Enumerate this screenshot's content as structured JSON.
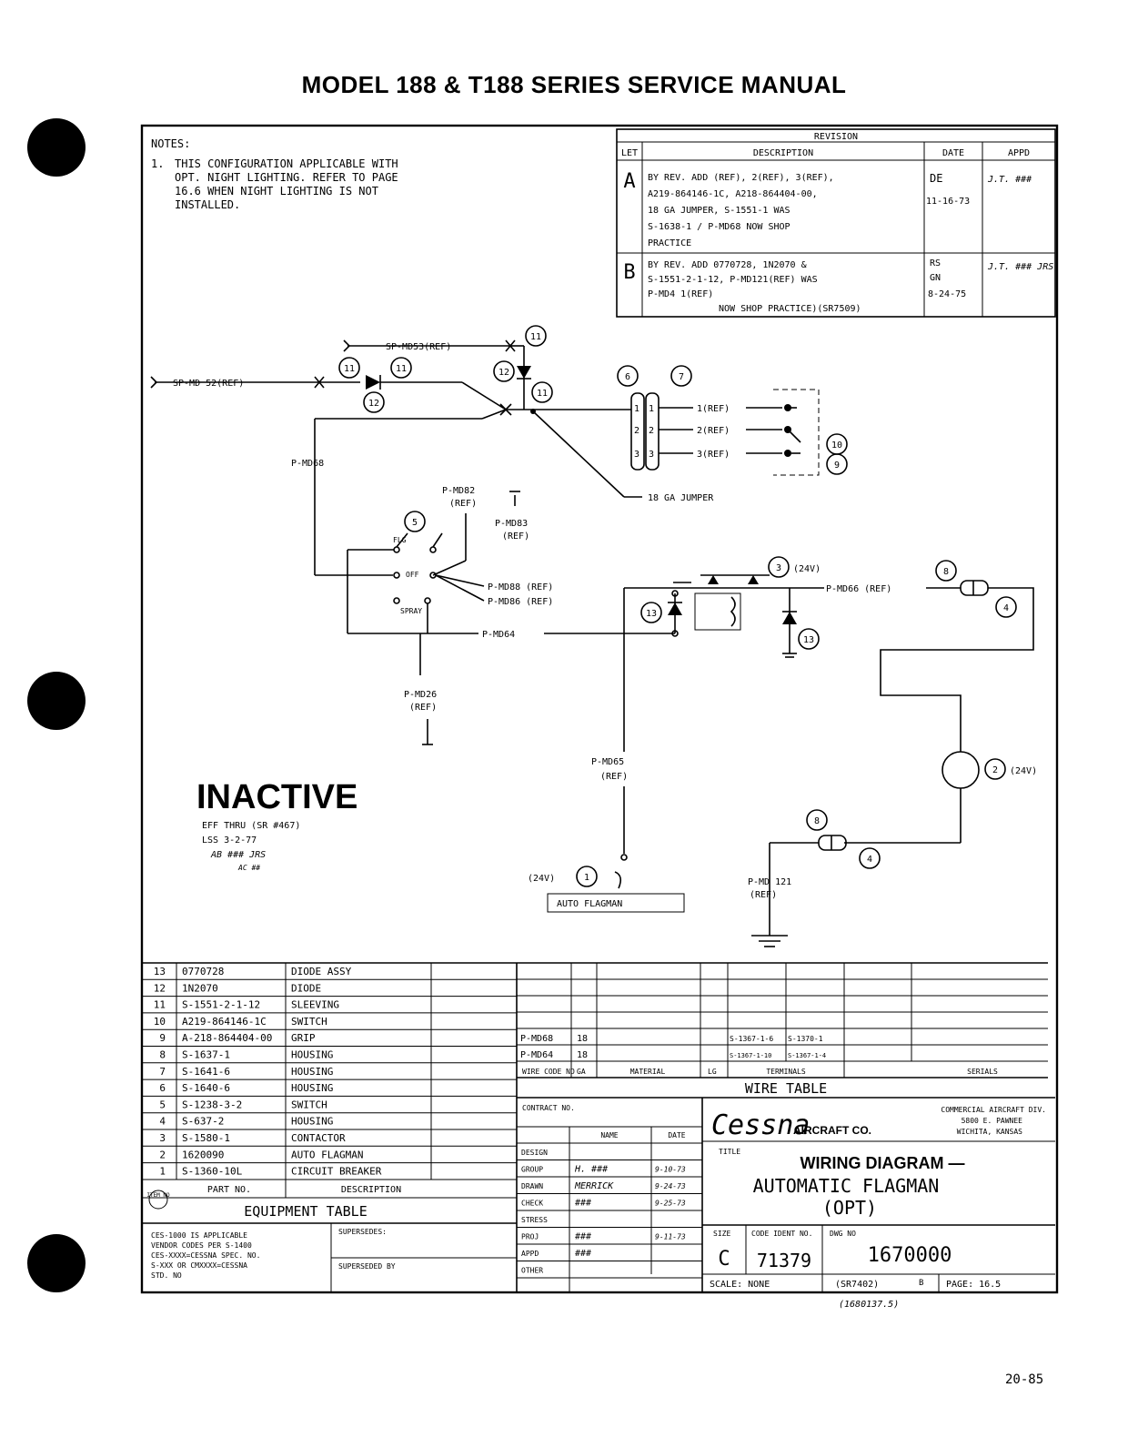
{
  "header": {
    "title": "MODEL 188 & T188 SERIES SERVICE MANUAL"
  },
  "footer": {
    "page_number": "20-85"
  },
  "notes": {
    "heading": "NOTES:",
    "item_number": "1.",
    "lines": [
      "THIS CONFIGURATION APPLICABLE WITH",
      "OPT. NIGHT LIGHTING. REFER TO PAGE",
      "16.6 WHEN NIGHT LIGHTING IS NOT",
      "INSTALLED."
    ]
  },
  "revision": {
    "title": "REVISION",
    "headers": {
      "ltr": "LET",
      "description": "DESCRIPTION",
      "date": "DATE",
      "appd": "APPD"
    },
    "rows": [
      {
        "ltr": "A",
        "lines": [
          "BY REV. ADD (REF), 2(REF), 3(REF),",
          "A219-864146-1C, A218-864404-00,",
          "18 GA JUMPER, S-1551-1 WAS",
          "S-1638-1 / P-MD68 NOW SHOP",
          "PRACTICE"
        ],
        "initials": "DE",
        "date": "11-16-73",
        "appd": "J.T. ###"
      },
      {
        "ltr": "B",
        "lines": [
          "BY REV. ADD 0770728, 1N2070 &",
          "S-1551-2-1-12, P-MD121(REF) WAS",
          "P-MD4 1(REF)",
          "NOW SHOP PRACTICE)(SR7509)"
        ],
        "initials": "RS",
        "date_name": "GN",
        "date": "8-24-75",
        "appd": "J.T. ### JRS"
      }
    ]
  },
  "diagram": {
    "labels": {
      "sp_md53": "SP-MD53(REF)",
      "sp_md52": "SP-MD 52(REF)",
      "p_md68": "P-MD68",
      "pin_ref_1": "1(REF)",
      "pin_ref_2": "2(REF)",
      "pin_ref_3": "3(REF)",
      "jumper": "18 GA JUMPER",
      "p_md82": "P-MD82",
      "p_md82_ref": "(REF)",
      "p_md83": "P-MD83",
      "p_md83_ref": "(REF)",
      "switch_flg": "FLG",
      "switch_off": "OFF",
      "switch_spray": "SPRAY",
      "p_md88": "P-MD88 (REF)",
      "p_md86": "P-MD86 (REF)",
      "p_md64": "P-MD64",
      "p_md26": "P-MD26",
      "p_md26_ref": "(REF)",
      "p_md65": "P-MD65",
      "p_md65_ref": "(REF)",
      "contactor_volt": "(24V)",
      "p_md66": "P-MD66 (REF)",
      "breaker_volt": "(24V)",
      "auto_volt": "(24V)",
      "auto_flagman": "AUTO FLAGMAN",
      "p_md121": "P-MD 121",
      "p_md121_ref": "(REF)",
      "connector_pins": [
        "1",
        "2",
        "3"
      ]
    },
    "item_refs": [
      "1",
      "2",
      "3",
      "4",
      "5",
      "6",
      "7",
      "8",
      "9",
      "10",
      "11",
      "12",
      "13"
    ]
  },
  "inactive": {
    "title": "INACTIVE",
    "line1": "EFF THRU (SR #467)",
    "line2": "LSS 3-2-77",
    "signature": "AB ### JRS",
    "initials": "AC ##"
  },
  "equipment_table": {
    "title": "EQUIPMENT TABLE",
    "headers": {
      "item": "ITEM NO",
      "part": "PART NO.",
      "description": "DESCRIPTION"
    },
    "rows": [
      {
        "item": "13",
        "part": "0770728",
        "description": "DIODE ASSY"
      },
      {
        "item": "12",
        "part": "1N2070",
        "description": "DIODE"
      },
      {
        "item": "11",
        "part": "S-1551-2-1-12",
        "description": "SLEEVING"
      },
      {
        "item": "10",
        "part": "A219-864146-1C",
        "description": "SWITCH"
      },
      {
        "item": "9",
        "part": "A-218-864404-00",
        "description": "GRIP"
      },
      {
        "item": "8",
        "part": "S-1637-1",
        "description": "HOUSING"
      },
      {
        "item": "7",
        "part": "S-1641-6",
        "description": "HOUSING"
      },
      {
        "item": "6",
        "part": "S-1640-6",
        "description": "HOUSING"
      },
      {
        "item": "5",
        "part": "S-1238-3-2",
        "description": "SWITCH"
      },
      {
        "item": "4",
        "part": "S-637-2",
        "description": "HOUSING"
      },
      {
        "item": "3",
        "part": "S-1580-1",
        "description": "CONTACTOR"
      },
      {
        "item": "2",
        "part": "1620090",
        "description": "AUTO FLAGMAN"
      },
      {
        "item": "1",
        "part": "S-1360-10L",
        "description": "CIRCUIT BREAKER"
      }
    ]
  },
  "wire_table": {
    "title": "WIRE TABLE",
    "headers": {
      "wire": "WIRE CODE NO",
      "ga": "GA",
      "material": "MATERIAL",
      "lg": "LG",
      "terminals": "TERMINALS",
      "serials": "SERIALS"
    },
    "rows": [
      {
        "wire": "P-MD68",
        "ga": "18",
        "t1": "S-1367-1-6",
        "t2": "S-1370-1"
      },
      {
        "wire": "P-MD64",
        "ga": "18",
        "t1": "S-1367-1-10",
        "t2": "S-1367-1-4"
      }
    ]
  },
  "vendor_note": [
    "CES-1000 IS APPLICABLE",
    "VENDOR CODES PER S-1400",
    "CES-XXXX=CESSNA SPEC. NO.",
    "S-XXX OR CMXXXX=CESSNA",
    "STD. NO"
  ],
  "supersedes": {
    "supersedes": "SUPERSEDES:",
    "superseded_by": "SUPERSEDED BY"
  },
  "approvals": {
    "contract": "CONTRACT NO.",
    "name_header": "NAME",
    "date_header": "DATE",
    "rows": [
      {
        "role": "DESIGN",
        "name": "",
        "date": ""
      },
      {
        "role": "GROUP",
        "name": "H. ###",
        "date": "9-10-73"
      },
      {
        "role": "DRAWN",
        "name": "MERRICK",
        "date": "9-24-73"
      },
      {
        "role": "CHECK",
        "name": "###",
        "date": "9-25-73"
      },
      {
        "role": "STRESS",
        "name": "",
        "date": ""
      },
      {
        "role": "PROJ",
        "name": "###",
        "date": "9-11-73"
      },
      {
        "role": "APPD",
        "name": "###",
        "date": ""
      },
      {
        "role": "OTHER",
        "name": "",
        "date": ""
      }
    ]
  },
  "title_block": {
    "company_logo": "Cessna",
    "company_suffix": "AIRCRAFT CO.",
    "division": [
      "COMMERCIAL AIRCRAFT DIV.",
      "5800 E. PAWNEE",
      "WICHITA, KANSAS"
    ],
    "title_label": "TITLE",
    "title_line1": "WIRING DIAGRAM —",
    "title_line2": "AUTOMATIC FLAGMAN",
    "title_line3": "(OPT)",
    "size_label": "SIZE",
    "size": "C",
    "code_label": "CODE IDENT NO.",
    "code": "71379",
    "dwg_label": "DWG NO",
    "dwg": "1670000",
    "scale": "SCALE: NONE",
    "sr": "(SR7402)",
    "rev": "B",
    "page": "PAGE: 16.5",
    "bottom_note": "(1680137.5)"
  }
}
